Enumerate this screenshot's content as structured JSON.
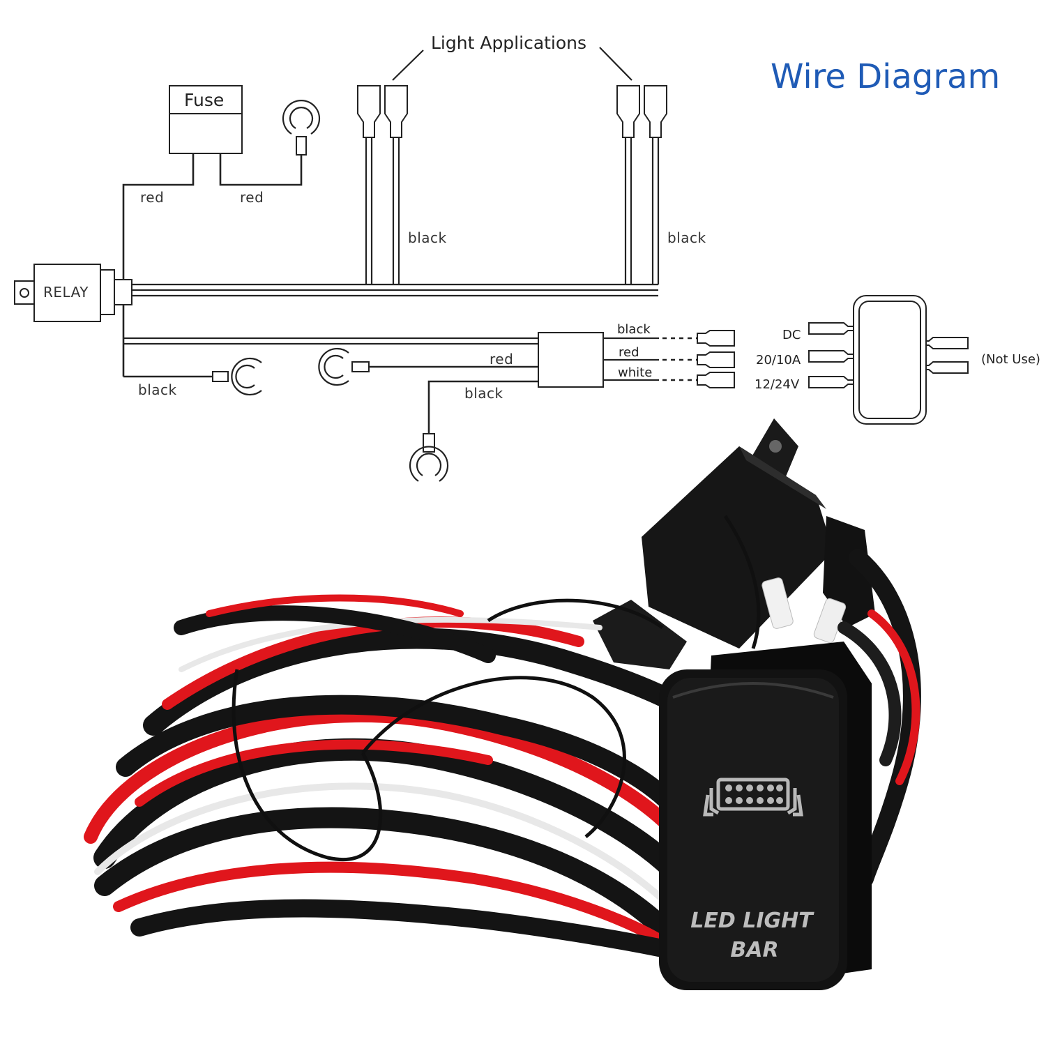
{
  "title": "Wire Diagram",
  "labels": {
    "light_applications": "Light Applications",
    "fuse": "Fuse",
    "relay": "RELAY",
    "red_left": "red",
    "red_right": "red",
    "black_wire_1": "black",
    "black_wire_2": "black",
    "black_lower_left": "black",
    "red_lower": "red",
    "black_lower_mid": "black",
    "conn_black": "black",
    "conn_red": "red",
    "conn_white": "white"
  },
  "switch_pins": {
    "dc": "DC",
    "amp": "20/10A",
    "volt": "12/24V",
    "not_use": "(Not Use)"
  },
  "photo": {
    "switch_text_line1": "LED LIGHT",
    "switch_text_line2": "BAR"
  },
  "colors": {
    "title": "#1f5bb6",
    "wire_red": "#e0161c",
    "wire_black": "#141414",
    "wire_white": "#e8e8e8"
  }
}
